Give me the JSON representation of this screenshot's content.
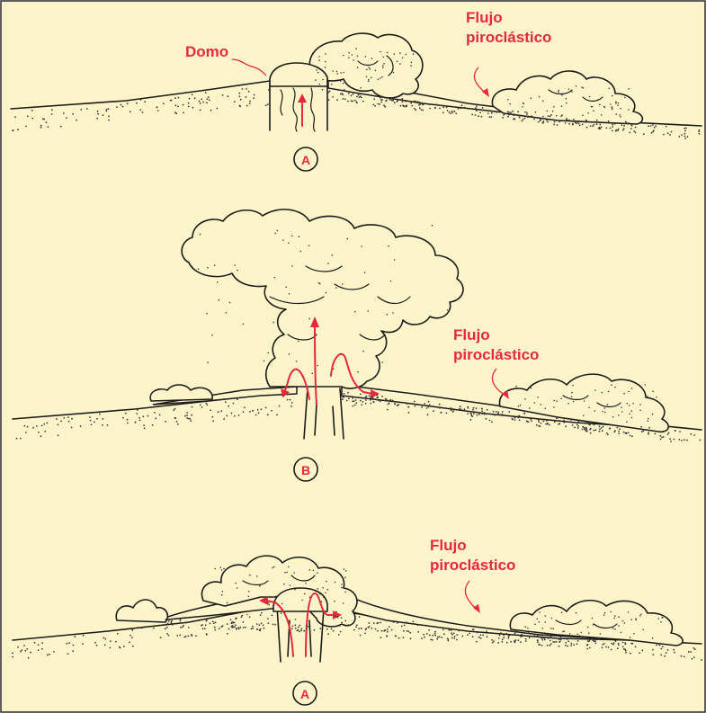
{
  "panels": [
    {
      "id": "top",
      "stage_label": "A",
      "labels": {
        "dome": "Domo",
        "flow": "Flujo\npiroclástico"
      }
    },
    {
      "id": "middle",
      "stage_label": "B",
      "labels": {
        "flow": "Flujo\npiroclástico"
      }
    },
    {
      "id": "bottom",
      "stage_label": "A",
      "labels": {
        "flow": "Flujo\npiroclástico"
      }
    }
  ],
  "colors": {
    "background": "#fdf5c9",
    "accent": "#e8283c",
    "ink": "#1b1b1b"
  }
}
